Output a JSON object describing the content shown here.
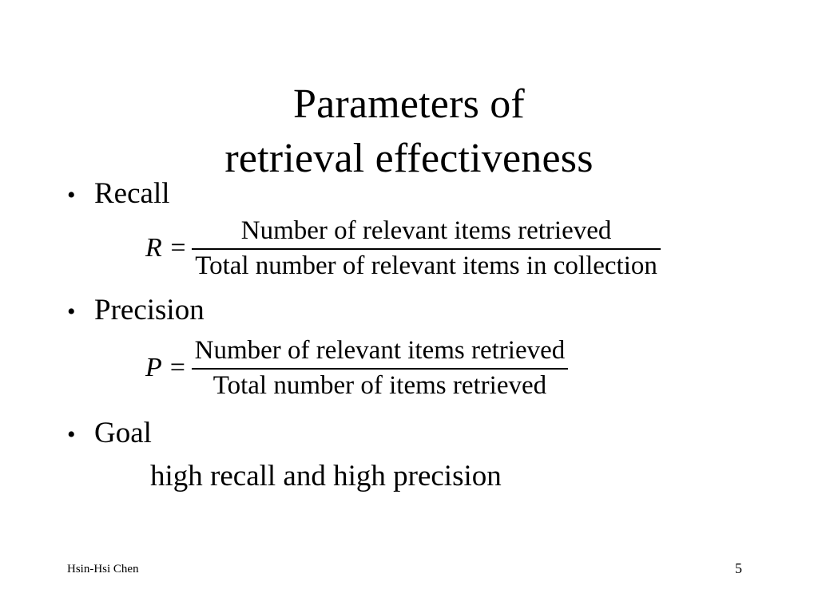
{
  "slide": {
    "title_lines": [
      "Parameters of",
      "retrieval effectiveness"
    ],
    "bullet_marker": "•",
    "bullets": [
      {
        "label": "Recall"
      },
      {
        "label": "Precision"
      },
      {
        "label": "Goal"
      }
    ],
    "formulas": [
      {
        "variable": "R =",
        "numerator": "Number of relevant items retrieved",
        "denominator": "Total number of relevant items in collection"
      },
      {
        "variable": "P =",
        "numerator": "Number of relevant items retrieved",
        "denominator": "Total number of items retrieved"
      }
    ],
    "goal_detail": "high recall and high precision",
    "footer": {
      "author": "Hsin-Hsi Chen",
      "page_number": "5"
    },
    "colors": {
      "background": "#ffffff",
      "text": "#000000",
      "rule": "#000000"
    }
  }
}
